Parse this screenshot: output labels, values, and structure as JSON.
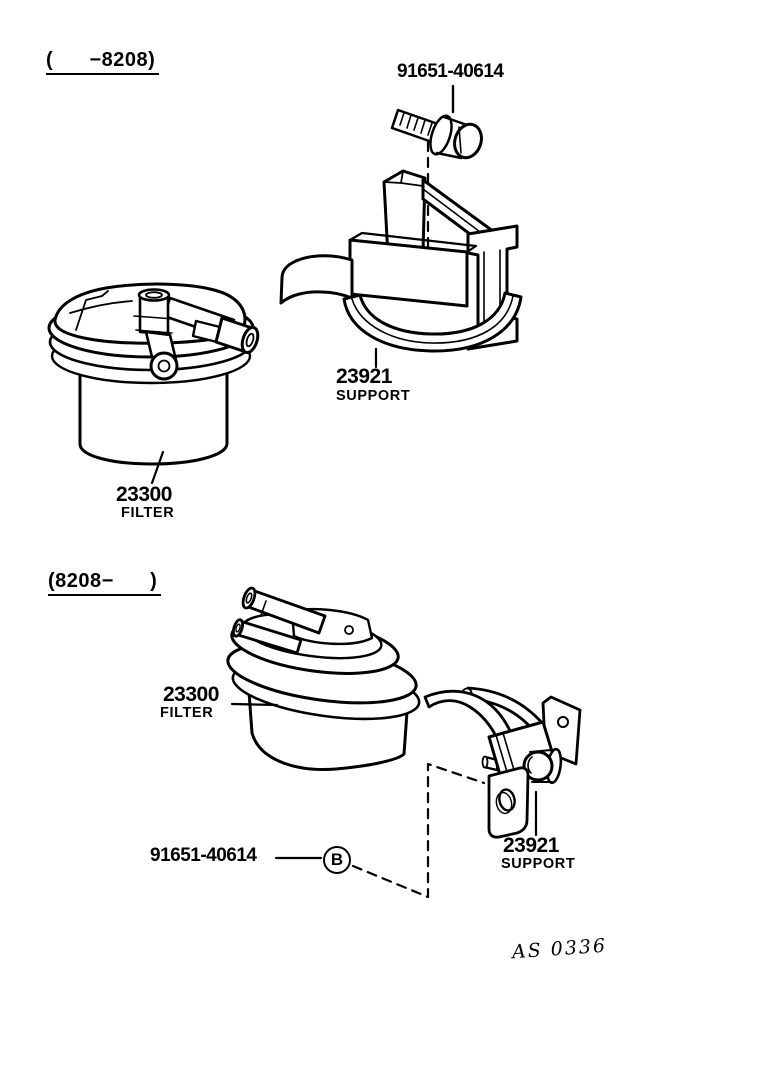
{
  "page": {
    "background": "#ffffff",
    "ink": "#000000",
    "figure_code": "AS 0336"
  },
  "sections": {
    "early": {
      "range_label": "(      −8208)",
      "bolt_number": "91651-40614",
      "support_number": "23921",
      "support_name": "SUPPORT",
      "filter_number": "23300",
      "filter_name": "FILTER"
    },
    "late": {
      "range_label": "(8208−      )",
      "filter_number": "23300",
      "filter_name": "FILTER",
      "bolt_number": "91651-40614",
      "bolt_marker": "B",
      "support_number": "23921",
      "support_name": "SUPPORT"
    }
  }
}
